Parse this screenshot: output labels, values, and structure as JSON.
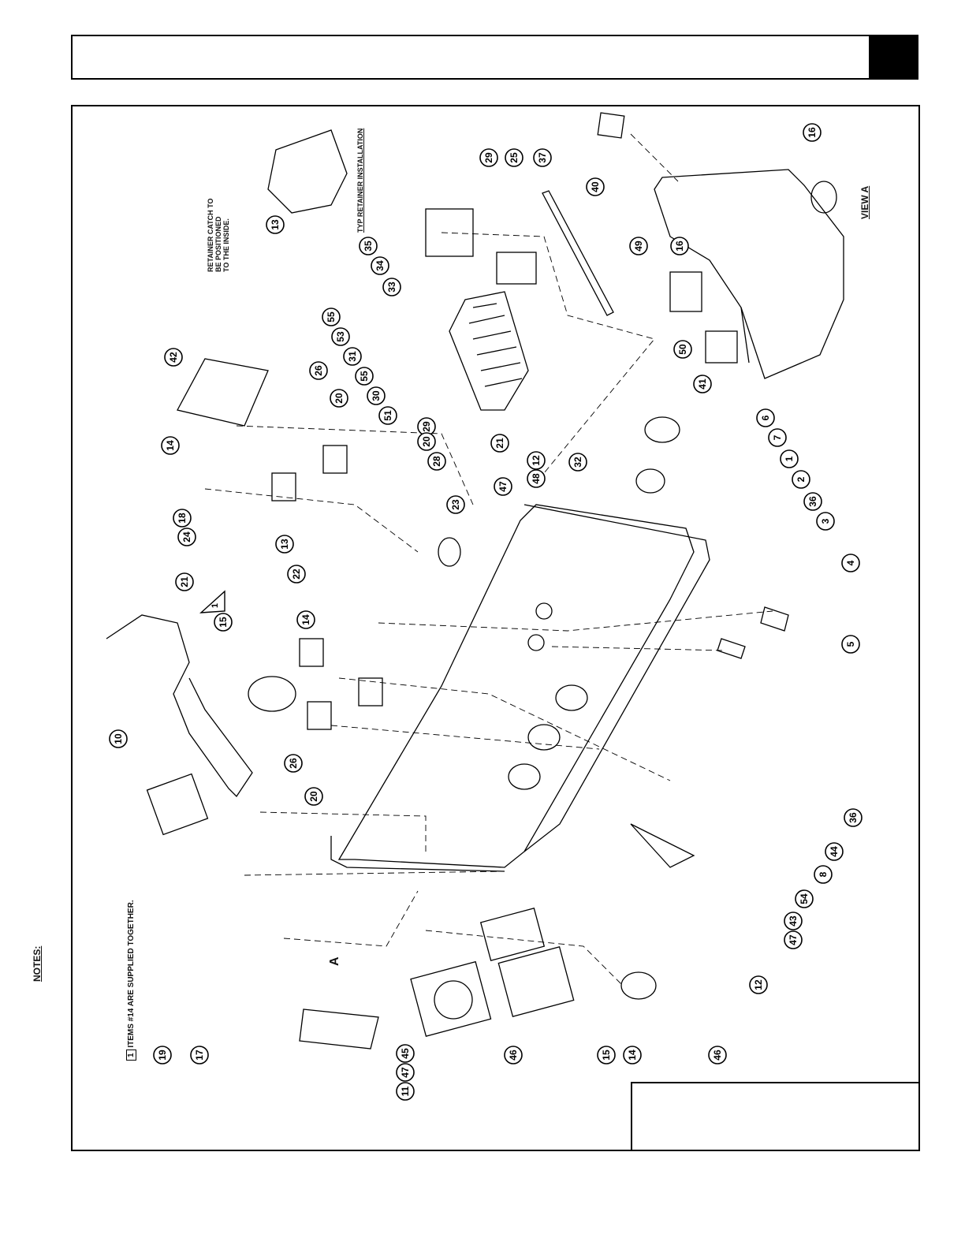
{
  "notes": {
    "heading": "NOTES:",
    "note_number": "1",
    "note_text": "ITEMS #14 ARE SUPPLIED TOGETHER."
  },
  "retainer_note": {
    "line1": "RETAINER CATCH TO",
    "line2": "BE POSITIONED",
    "line3": "TO THE INSIDE."
  },
  "retainer_title": "TYP RETAINER INSTALLATION",
  "view_label": "VIEW A",
  "section_mark": "A",
  "note_flag_number": "1",
  "callouts": [
    "16",
    "40",
    "37",
    "25",
    "29",
    "35",
    "34",
    "33",
    "49",
    "16",
    "50",
    "41",
    "55",
    "53",
    "31",
    "55",
    "30",
    "51",
    "29",
    "6",
    "7",
    "1",
    "2",
    "36",
    "3",
    "4",
    "5",
    "36",
    "44",
    "8",
    "54",
    "43",
    "47",
    "12",
    "42",
    "14",
    "26",
    "20",
    "20",
    "28",
    "21",
    "12",
    "48",
    "32",
    "47",
    "23",
    "18",
    "24",
    "13",
    "22",
    "21",
    "15",
    "14",
    "26",
    "20",
    "10",
    "19",
    "17",
    "11",
    "47",
    "45",
    "46",
    "15",
    "14",
    "46",
    "13",
    "35"
  ]
}
